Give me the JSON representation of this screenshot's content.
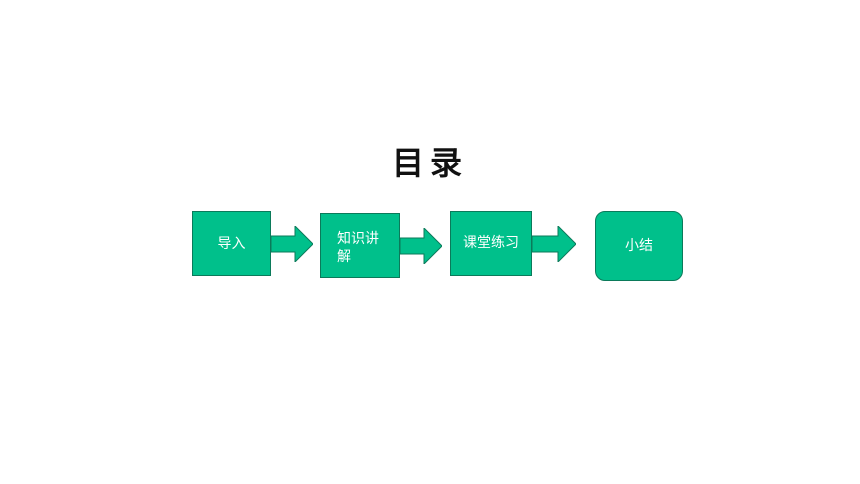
{
  "title": "目录",
  "colors": {
    "node_fill": "#00c08b",
    "node_border": "#0b7a5a",
    "text": "#ffffff"
  },
  "flow": {
    "steps": [
      {
        "label": "导入"
      },
      {
        "label": "知识讲解"
      },
      {
        "label": "课堂练习"
      },
      {
        "label": "小结"
      }
    ]
  }
}
